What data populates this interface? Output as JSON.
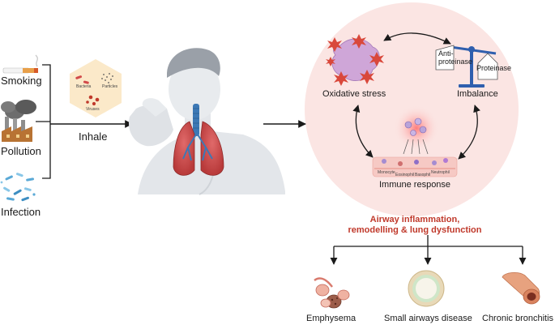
{
  "causes": {
    "smoking": "Smoking",
    "pollution": "Pollution",
    "infection": "Infection"
  },
  "particles": {
    "bacteria": "Bacteria",
    "particles": "Particles",
    "viruses": "Viruses"
  },
  "inhale": "Inhale",
  "mechanisms": {
    "oxidative_stress": "Oxidative stress",
    "imbalance": "Imbalance",
    "anti_proteinase": "Anti-\nproteinase",
    "anti_proteinase_line1": "Anti-",
    "anti_proteinase_line2": "proteinase",
    "proteinase": "Proteinase",
    "immune_response": "Immune response",
    "cells": [
      "Monocyte",
      "Eosinophil",
      "Neutrophil",
      "Basophil"
    ]
  },
  "outcome": {
    "line1": "Airway inflammation,",
    "line2": "remodelling & lung dysfunction"
  },
  "diseases": {
    "emphysema": "Emphysema",
    "small_airways": "Small airways disease",
    "chronic_bronchitis": "Chronic bronchitis"
  },
  "colors": {
    "circle_bg": "#fbe5e3",
    "outcome_text": "#c0392b",
    "arrow": "#1a1a1a",
    "scale": "#2f5fae"
  }
}
